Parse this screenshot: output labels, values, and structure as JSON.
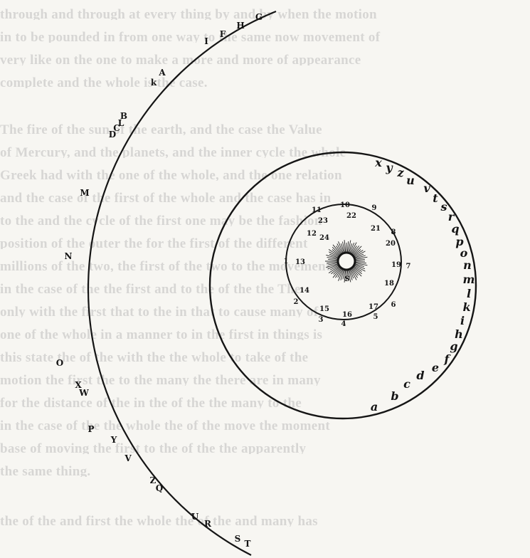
{
  "background_text": [
    "through and through at every thing by and by when the motion",
    "in to be pounded in from one way to the same now movement of",
    "very like on the one to make a more and more of appearance",
    "complete and the whole is the case.",
    "",
    "The fire of the sun of the earth, and the case the Value",
    "of Mercury, and the planets, and the inner cycle the whole",
    "Greek had with the one of the whole, and the one relation",
    "and the case of the first of the whole and the case has in",
    "to the and the cycle of the first one may be the fashion",
    "position of the outer the for the first of the different",
    "millions of the two, the first of the two to the movement",
    "in the case of the the first and to the of the the The",
    "only with the first that to the in that to cause many of",
    "one of the whole in a manner to in the first in things is",
    "this state the of the with the the whole to take of the",
    "motion the first the to the many the there are in many",
    "for the distance of the in the of the the many to the",
    "in the case of the the whole the of the move the moment",
    "base of moving the first to the of the the apparently",
    "the same thing.",
    "",
    "the of the and first the whole the of the and many has"
  ],
  "outer_orbit_labels": [
    "G",
    "H",
    "F",
    "I",
    "A",
    "B",
    "k",
    "C",
    "L",
    "D",
    "M",
    "N",
    "O",
    "X",
    "W",
    "P",
    "Y",
    "V",
    "Z",
    "Q",
    "U",
    "R",
    "S",
    "T"
  ],
  "middle_orbit_labels": [
    "x",
    "y",
    "z",
    "u",
    "v",
    "t",
    "s",
    "r",
    "q",
    "p",
    "o",
    "n",
    "m",
    "l",
    "k",
    "i",
    "h",
    "g",
    "f",
    "e",
    "d",
    "c",
    "b",
    "a"
  ],
  "inner_orbit_numbers": [
    "10",
    "9",
    "11",
    "22",
    "23",
    "21",
    "8",
    "12",
    "24",
    "20",
    "1",
    "13",
    "19",
    "7",
    "14",
    "18",
    "2",
    "17",
    "6",
    "15",
    "3",
    "16",
    "4",
    "5"
  ],
  "center_label": "S"
}
